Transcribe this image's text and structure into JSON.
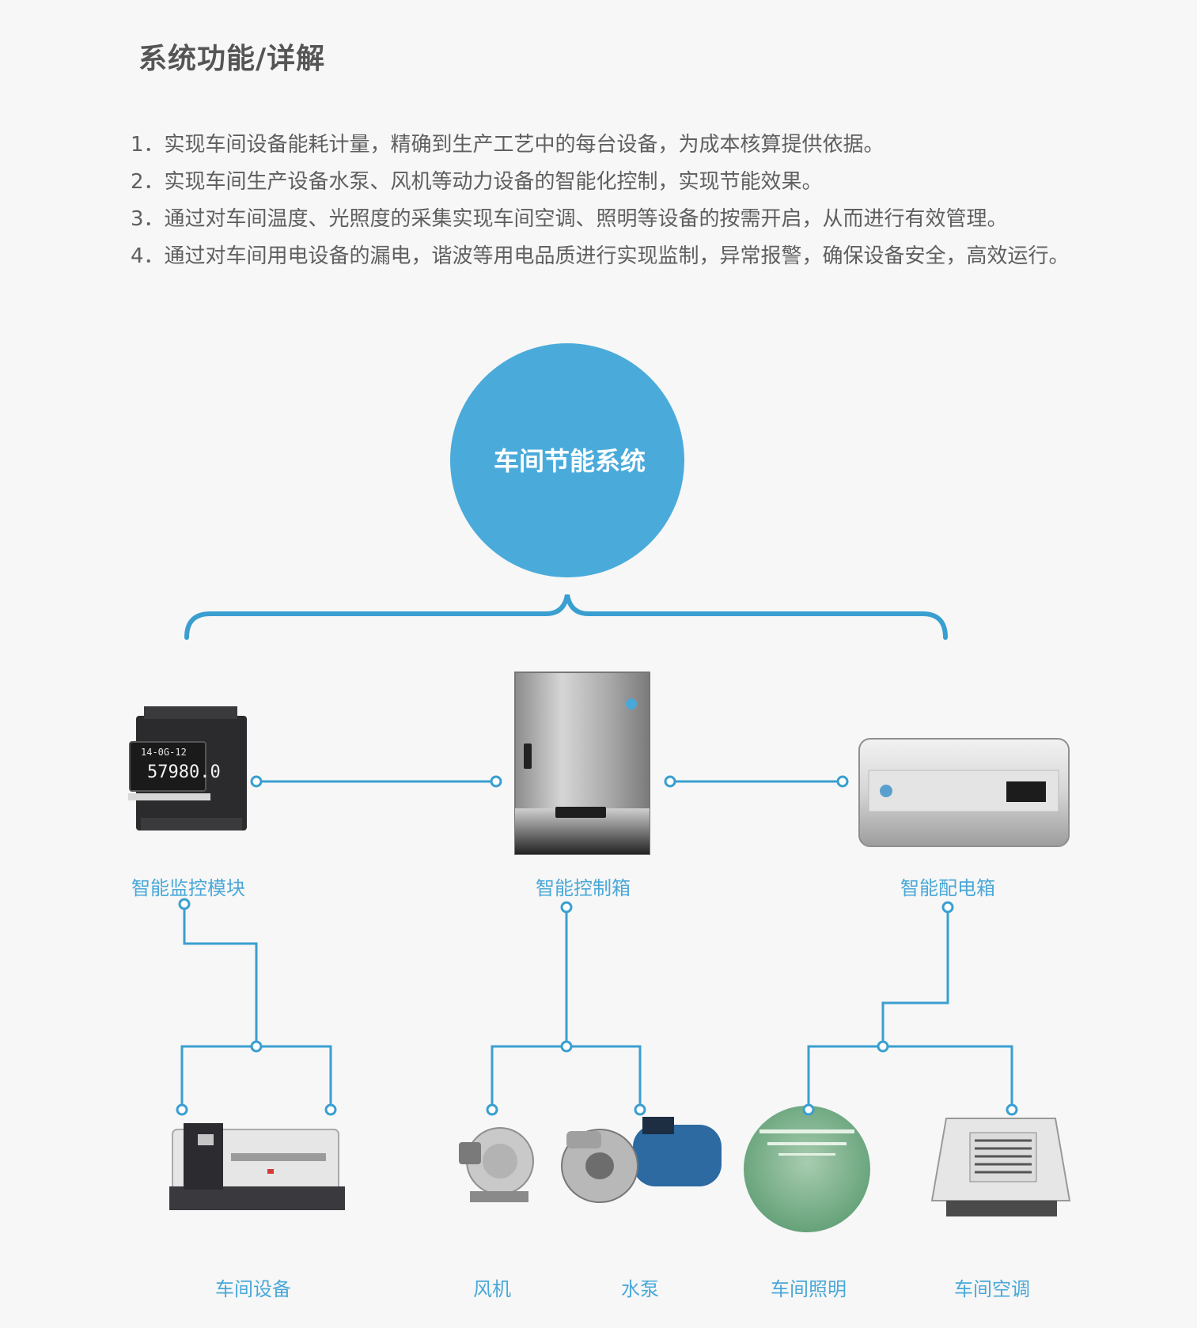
{
  "header": {
    "title": "系统功能/详解"
  },
  "features": [
    "1．实现车间设备能耗计量，精确到生产工艺中的每台设备，为成本核算提供依据。",
    "2．实现车间生产设备水泵、风机等动力设备的智能化控制，实现节能效果。",
    "3．通过对车间温度、光照度的采集实现车间空调、照明等设备的按需开启，从而进行有效管理。",
    "4．通过对车间用电设备的漏电，谐波等用电品质进行实现监制，异常报警，确保设备安全，高效运行。"
  ],
  "diagram": {
    "center": "车间节能系统",
    "modules": {
      "monitor": "智能监控模块",
      "control": "智能控制箱",
      "distribution": "智能配电箱"
    },
    "devices": {
      "workshop_equipment": "车间设备",
      "fan": "风机",
      "pump": "水泵",
      "lighting": "车间照明",
      "aircon": "车间空调"
    }
  },
  "colors": {
    "accent": "#4aa8d8",
    "circle": "#4aabdb",
    "line": "#3a9fd0",
    "title_text": "#555555",
    "body_text": "#5f5f5f",
    "background": "#f7f7f7"
  }
}
